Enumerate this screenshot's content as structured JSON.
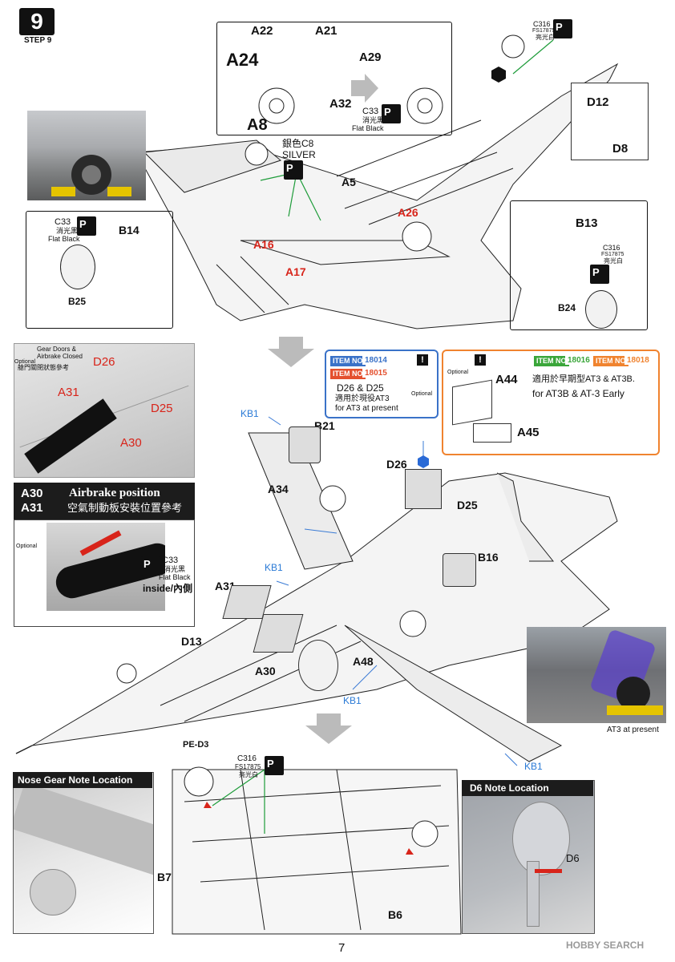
{
  "step": {
    "number": "9",
    "label": "STEP 9"
  },
  "top_inset": {
    "parts": [
      "A22",
      "A21",
      "A24",
      "A29",
      "A32",
      "A8"
    ],
    "paint": {
      "code": "C33",
      "jp": "消光黑",
      "name": "Flat Black"
    },
    "paint_top": {
      "code": "C316",
      "fs": "FS17875",
      "jp": "亮光白"
    }
  },
  "upper_main": {
    "silver": {
      "zh": "銀色C8",
      "en": "SILVER"
    },
    "parts_black": [
      "A5",
      "D12",
      "D8",
      "B13",
      "B14",
      "B25",
      "B24"
    ],
    "parts_red": [
      "A16",
      "A17",
      "A26"
    ],
    "paint_c33": {
      "code": "C33",
      "jp": "消光黑",
      "name": "Flat Black"
    },
    "paint_c316": {
      "code": "C316",
      "fs": "FS17875",
      "jp": "亮光白"
    }
  },
  "gear_doors_panel": {
    "optional": "Optional",
    "title_en_1": "Gear Doors &",
    "title_en_2": "Airbrake Closed",
    "title_zh": "艙門關閉狀態參考",
    "parts_red": [
      "D26",
      "A31",
      "D25",
      "A30"
    ]
  },
  "airbrake_panel": {
    "parts": "A30",
    "parts2": "A31",
    "title_en": "Airbrake position",
    "title_zh": "空氣制動板安裝位置參考",
    "optional": "Optional",
    "paint": {
      "code": "C33",
      "jp": "消光黑",
      "name": "Flat Black"
    },
    "inside": "inside/內側"
  },
  "item_box_blue": {
    "item_label": "ITEM NO",
    "item_1": "18014",
    "item_2": "18015",
    "parts": "D26 & D25",
    "zh": "適用於現役AT3",
    "en": "for AT3 at present",
    "optional": "Optional"
  },
  "item_box_orange": {
    "optional": "Optional",
    "item_label": "ITEM NO",
    "item_1": "18016",
    "item_2": "18018",
    "part_a44": "A44",
    "part_a45": "A45",
    "zh": "適用於早期型AT3 & AT3B.",
    "en": "for AT3B & AT-3 Early"
  },
  "lower_main": {
    "parts": [
      "B21",
      "D26",
      "A34",
      "D25",
      "B16",
      "A31",
      "A30",
      "D13",
      "A48",
      "PE-D3"
    ],
    "kb": [
      "KB1",
      "KB1",
      "KB1",
      "KB1"
    ]
  },
  "photo_caption": "AT3 at present",
  "bottom": {
    "paint": {
      "code": "C316",
      "fs": "FS17875",
      "jp": "亮光白"
    },
    "parts": [
      "B7",
      "B6"
    ],
    "nose_title": "Nose Gear Note Location",
    "d6_title": "D6 Note Location",
    "d6_part": "D6"
  },
  "page_number": "7",
  "watermark": "HOBBY SEARCH"
}
